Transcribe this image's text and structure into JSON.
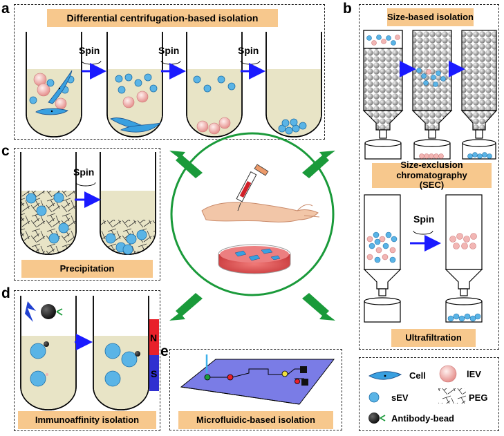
{
  "panels": {
    "a": {
      "letter": "a",
      "title": "Differential centrifugation-based isolation",
      "spin": [
        "Spin",
        "Spin",
        "Spin"
      ]
    },
    "b": {
      "letter": "b",
      "title": "Size-based isolation",
      "sec_label": "Size-exclusion chromatography (SEC)",
      "spin": "Spin",
      "uf_label": "Ultrafiltration"
    },
    "c": {
      "letter": "c",
      "spin": "Spin",
      "label": "Precipitation"
    },
    "d": {
      "letter": "d",
      "label": "Immunoaffinity isolation",
      "magnet_n": "N",
      "magnet_s": "S"
    },
    "e": {
      "letter": "e",
      "label": "Microfluidic-based isolation"
    }
  },
  "legend": {
    "cell": "Cell",
    "lev": "lEV",
    "sev": "sEV",
    "peg": "PEG",
    "antibody_bead": "Antibody-bead"
  },
  "colors": {
    "title_fill": "#f7c88d",
    "arrow_blue": "#1a1aff",
    "center_green": "#1a9a3a",
    "medium": "#e8e4c6",
    "sev": "#5ab4e6",
    "lev": "#f2b6b4",
    "magnet_n": "#e8202a",
    "magnet_s": "#3030d0"
  }
}
